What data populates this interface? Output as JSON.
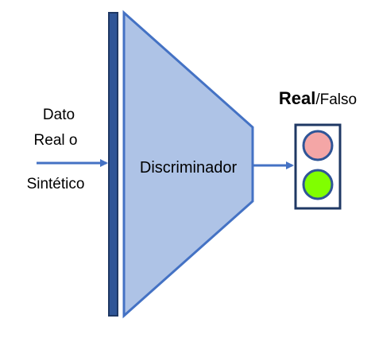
{
  "input_label": {
    "line1": "Dato",
    "line2": "Real o",
    "line3": "Sintético"
  },
  "network": {
    "label": "Discriminador"
  },
  "output": {
    "label_bold": "Real",
    "label_rest": "/Falso"
  },
  "colors": {
    "layer_fill": "#2f5597",
    "layer_stroke": "#1f3864",
    "discriminator_fill": "#aec3e6",
    "discriminator_stroke": "#4472c4",
    "arrow": "#4472c4",
    "light_frame": "#1f3864",
    "light_top": "#f4a6a6",
    "light_bottom": "#80ff00",
    "light_stroke": "#2f5597",
    "text": "#000000"
  },
  "icons": {
    "indicator": "traffic-light-icon"
  }
}
